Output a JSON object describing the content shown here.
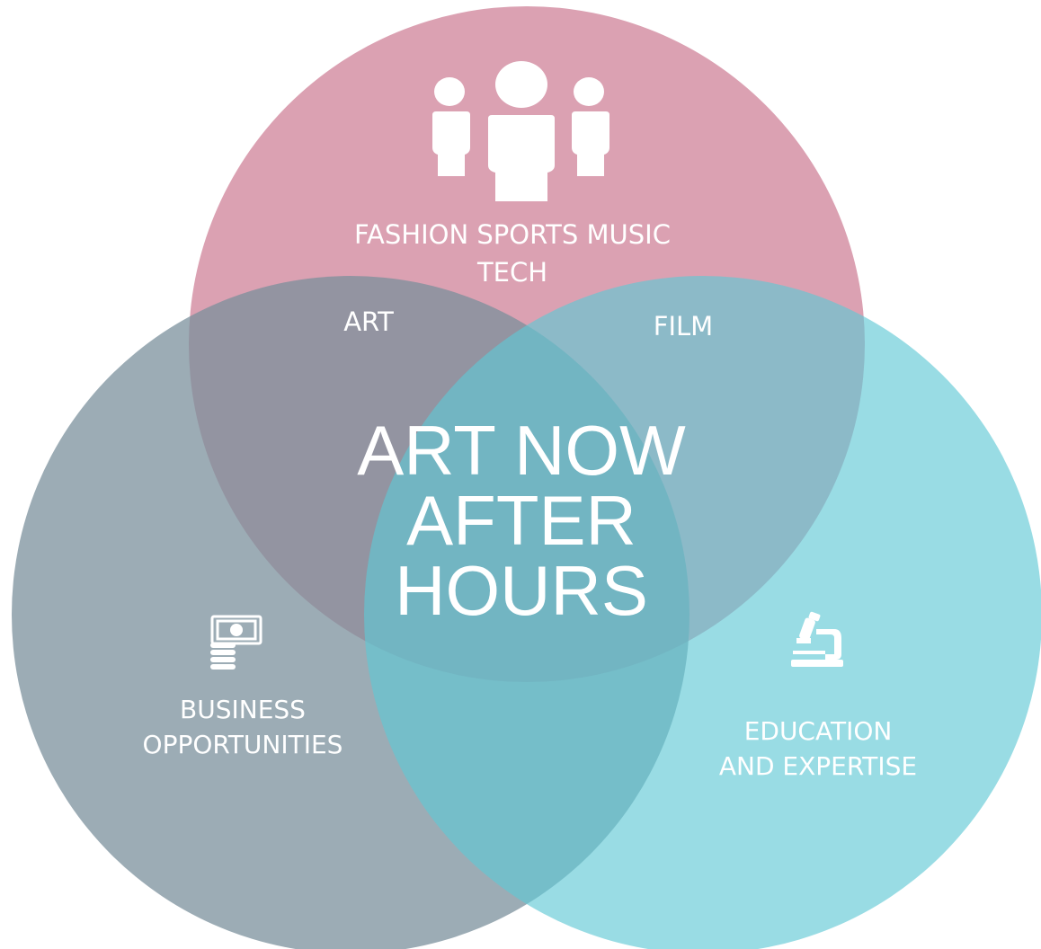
{
  "diagram": {
    "type": "venn",
    "circles": [
      {
        "id": "top",
        "color": "#dba1b2",
        "icon": "people-icon",
        "lines": [
          "FASHION SPORTS MUSIC",
          "TECH"
        ]
      },
      {
        "id": "left",
        "color": "#8296a2",
        "icon": "money-coins-icon",
        "lines": [
          "BUSINESS",
          "OPPORTUNITIES"
        ]
      },
      {
        "id": "right",
        "color": "#96dce4",
        "icon": "microscope-icon",
        "lines": [
          "EDUCATION",
          "AND EXPERTISE"
        ]
      }
    ],
    "overlaps": {
      "top_left": "ART",
      "top_right": "FILM"
    },
    "center_lines": [
      "ART NOW",
      "AFTER",
      "HOURS"
    ],
    "colors": {
      "background": "#ffffff",
      "text": "#ffffff"
    }
  }
}
